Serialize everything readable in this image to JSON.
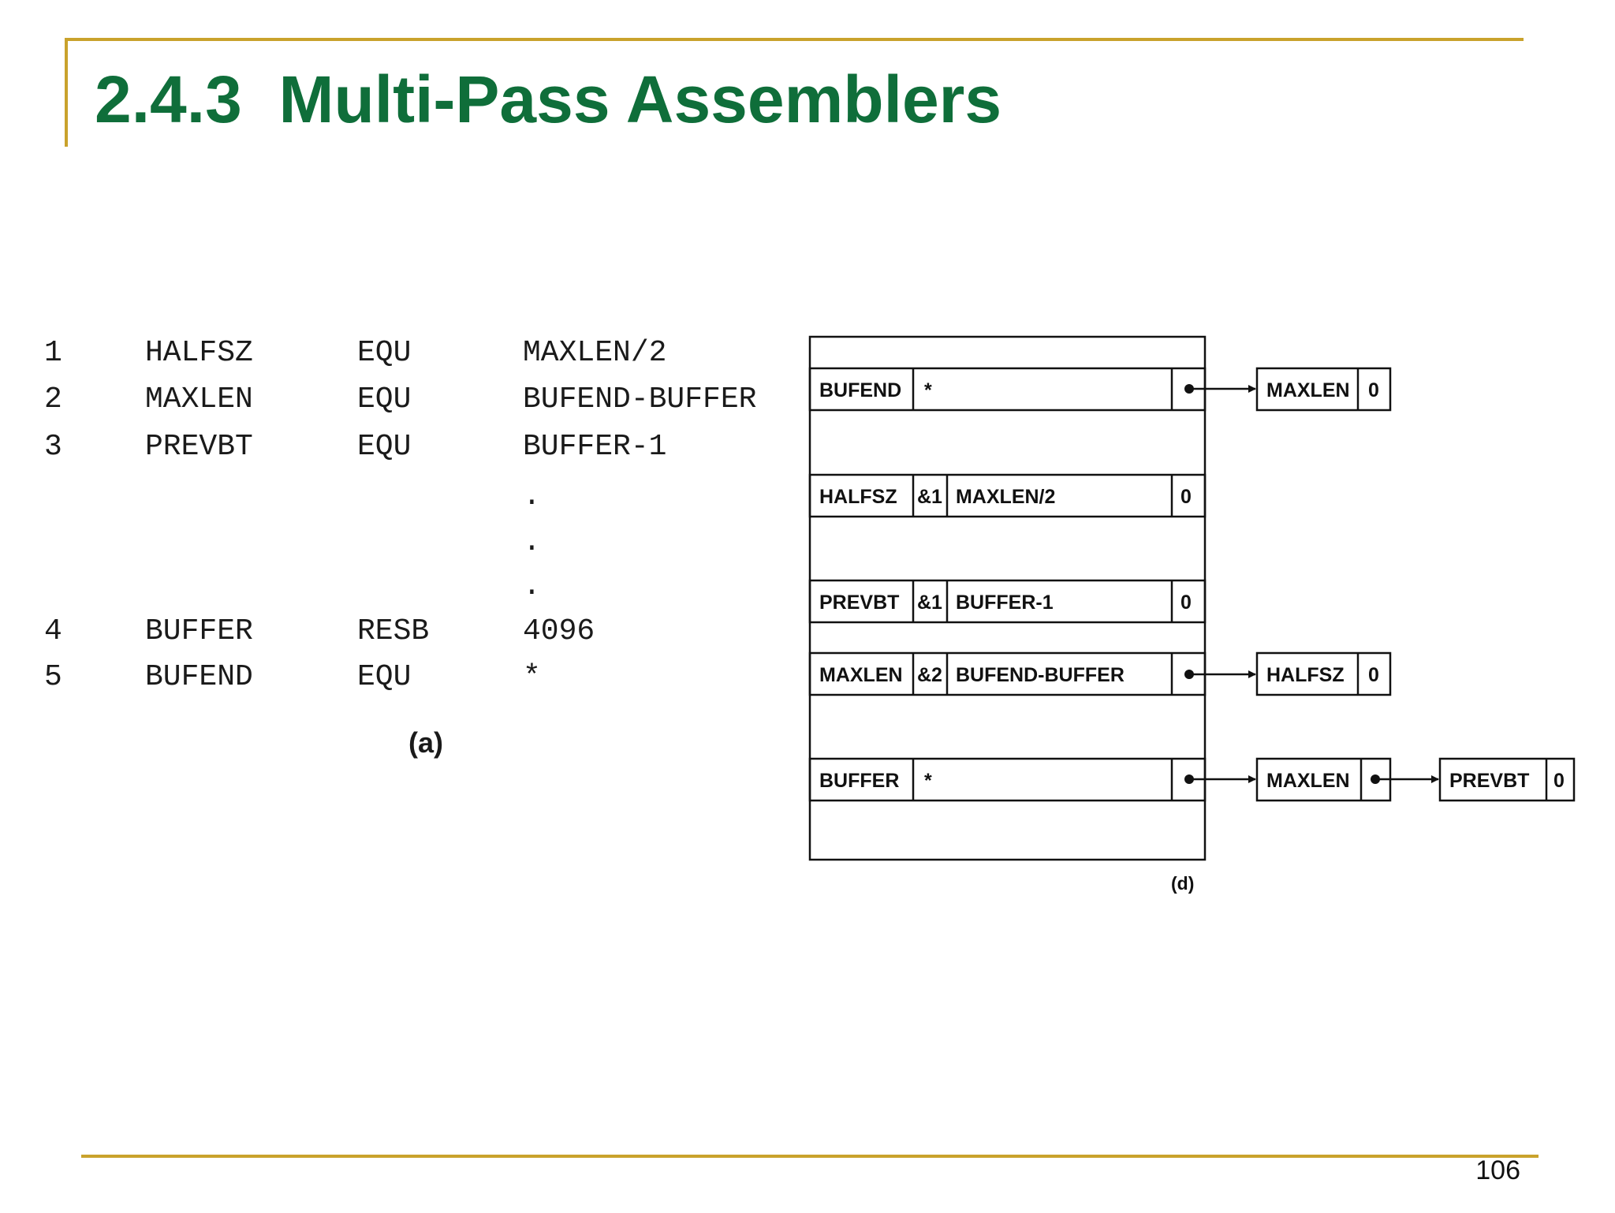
{
  "slide": {
    "title": "2.4.3  Multi-Pass Assemblers",
    "page_number": "106"
  },
  "listing": {
    "caption": "(a)",
    "lines": [
      {
        "num": "1",
        "label": "HALFSZ",
        "op": "EQU",
        "operand": "MAXLEN/2"
      },
      {
        "num": "2",
        "label": "MAXLEN",
        "op": "EQU",
        "operand": "BUFEND-BUFFER"
      },
      {
        "num": "3",
        "label": "PREVBT",
        "op": "EQU",
        "operand": "BUFFER-1"
      },
      {
        "num": "",
        "label": "",
        "op": "",
        "operand": "."
      },
      {
        "num": "",
        "label": "",
        "op": "",
        "operand": "."
      },
      {
        "num": "",
        "label": "",
        "op": "",
        "operand": "."
      },
      {
        "num": "4",
        "label": "BUFFER",
        "op": "RESB",
        "operand": "4096"
      },
      {
        "num": "5",
        "label": "BUFEND",
        "op": "EQU",
        "operand": "*"
      }
    ]
  },
  "symbol_table": {
    "caption": "(d)",
    "entries": [
      {
        "symbol": "BUFEND",
        "count": "",
        "value": "*",
        "pointer": true
      },
      {
        "symbol": "HALFSZ",
        "count": "&1",
        "value": "MAXLEN/2",
        "pointer": false,
        "null_mark": "0"
      },
      {
        "symbol": "PREVBT",
        "count": "&1",
        "value": "BUFFER-1",
        "pointer": false,
        "null_mark": "0"
      },
      {
        "symbol": "MAXLEN",
        "count": "&2",
        "value": "BUFEND-BUFFER",
        "pointer": true
      },
      {
        "symbol": "BUFFER",
        "count": "",
        "value": "*",
        "pointer": true
      }
    ],
    "chains": [
      {
        "nodes": [
          {
            "symbol": "MAXLEN",
            "tail": "0"
          }
        ]
      },
      {
        "nodes": [
          {
            "symbol": "HALFSZ",
            "tail": "0"
          }
        ]
      },
      {
        "nodes": [
          {
            "symbol": "MAXLEN",
            "tail": ""
          },
          {
            "symbol": "PREVBT",
            "tail": "0"
          }
        ]
      }
    ]
  }
}
